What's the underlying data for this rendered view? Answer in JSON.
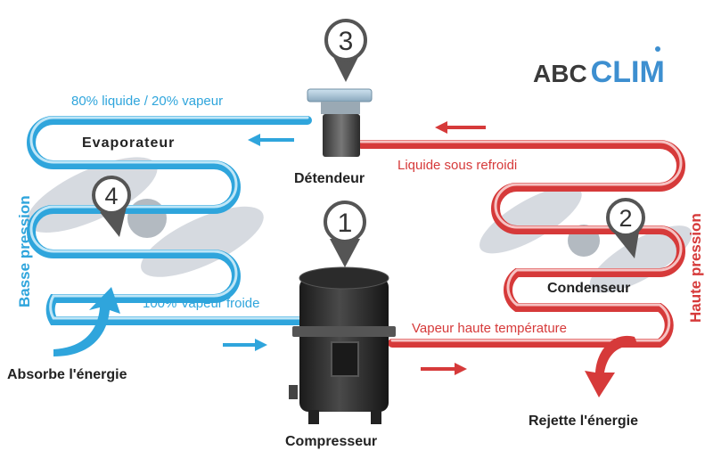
{
  "logo": {
    "prefix": "ABC",
    "suffix": "CLIM"
  },
  "colors": {
    "cold": "#2fa5dc",
    "hot": "#d63a3a",
    "logo_prefix": "#3a3a3a",
    "logo_suffix": "#3d8fd0",
    "dark": "#222222"
  },
  "steps": [
    "1",
    "2",
    "3",
    "4"
  ],
  "labels": {
    "mix": "80% liquide / 20% vapeur",
    "evaporateur": "Evaporateur",
    "detendeur": "Détendeur",
    "liquide": "Liquide sous refroidi",
    "basse": "Basse pression",
    "haute": "Haute pression",
    "vapeur_froide": "100% Vapeur froide",
    "vapeur_haute": "Vapeur haute température",
    "condenseur": "Condenseur",
    "compresseur": "Compresseur",
    "absorbe": "Absorbe l'énergie",
    "rejette": "Rejette l'énergie"
  }
}
